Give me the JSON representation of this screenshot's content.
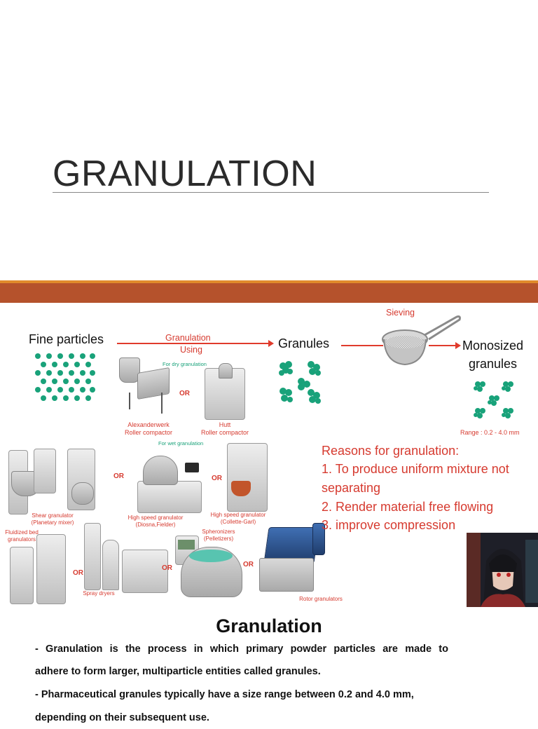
{
  "slide": {
    "title": "GRANULATION"
  },
  "diagram": {
    "fine_particles": "Fine particles",
    "granulation_using_line1": "Granulation",
    "granulation_using_line2": "Using",
    "granules": "Granules",
    "sieving": "Sieving",
    "monosized_line1": "Monosized",
    "monosized_line2": "granules",
    "range": "Range : 0.2 - 4.0 mm",
    "dry_label": "For dry granulation",
    "wet_label": "For wet granulation",
    "or": "OR",
    "machines": {
      "alexanderwerk": [
        "Alexanderwerk",
        "Roller compactor"
      ],
      "hutt": [
        "Hutt",
        "Roller compactor"
      ],
      "shear": [
        "Shear granulator",
        "(Planetary mixer)"
      ],
      "diosna": [
        "High speed granulator",
        "(Diosna,Fielder)"
      ],
      "collette": [
        "High speed granulator",
        "(Collette-Garl)"
      ],
      "fluidized": [
        "Fluidized bed",
        "granulators"
      ],
      "spray": "Spray dryers",
      "spheronizers": [
        "Spheronizers",
        "(Pelletizers)"
      ],
      "rotor": "Rotor granulators"
    }
  },
  "reasons": {
    "heading": "Reasons for granulation:",
    "items": [
      "1. To produce uniform mixture not",
      "separating",
      "2. Render material free flowing",
      "3. improve compression"
    ]
  },
  "text_section": {
    "heading": "Granulation",
    "para1_line1": "- Granulation is the process in which primary powder particles are made to",
    "para1_line2": "adhere to form larger, multiparticle entities called granules.",
    "para2_line1": "- Pharmaceutical granules typically have a size range between 0.2 and 4.0 mm,",
    "para2_line2": "depending on their subsequent use."
  },
  "colors": {
    "accent_red": "#d63a2f",
    "band": "#b5522c",
    "band_top": "#e08a2c",
    "particle_green": "#19a27a"
  },
  "icons": {
    "sieve": "sieve-icon",
    "avatar": "anime-avatar-image"
  }
}
